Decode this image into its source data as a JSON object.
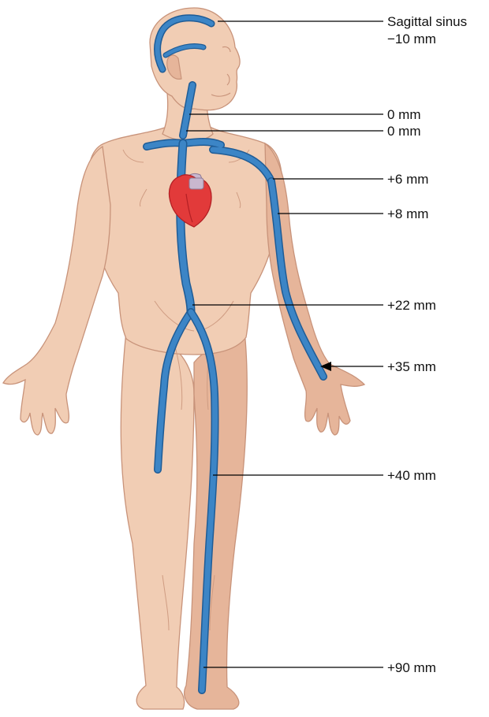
{
  "labels": {
    "sagittal_sinus": "Sagittal sinus",
    "sagittal_value": "−10 mm",
    "jugular_upper": "0 mm",
    "jugular_lower": "0 mm",
    "subclavian": "+6 mm",
    "upper_arm": "+8 mm",
    "abdominal": "+22 mm",
    "wrist": "+35 mm",
    "thigh": "+40 mm",
    "ankle": "+90 mm"
  },
  "colors": {
    "skin": "#f1cdb4",
    "skin_shade": "#e6b59a",
    "skin_outline": "#c8937a",
    "vein": "#3c85c6",
    "vein_outline": "#1f5c96",
    "heart": "#e23a3a",
    "heart_dark": "#b31f24",
    "aorta": "#c9b7cf"
  }
}
